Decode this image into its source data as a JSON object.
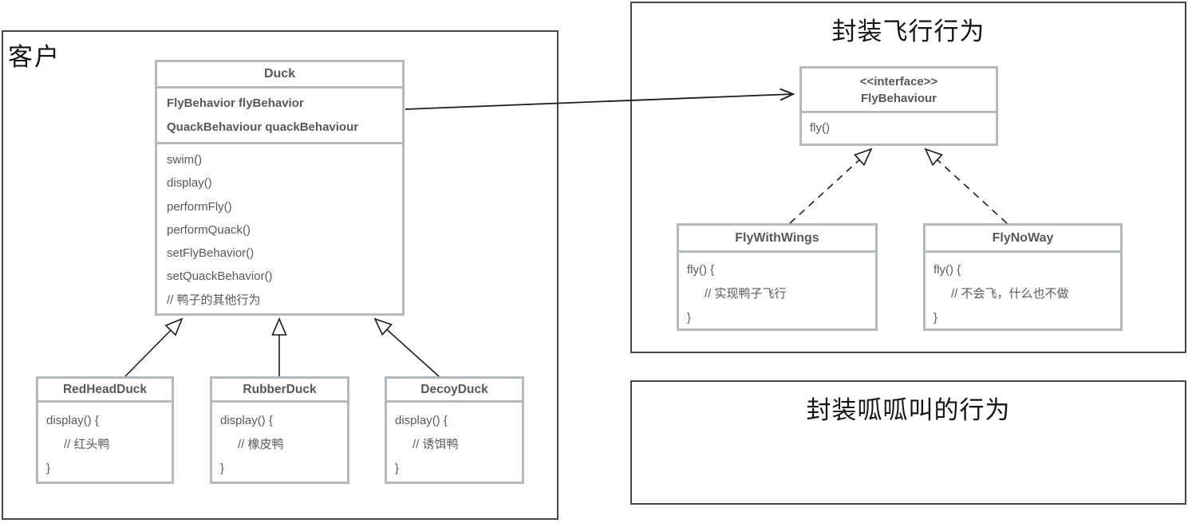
{
  "containers": {
    "client": {
      "label": "客户"
    },
    "fly": {
      "title": "封装飞行行为"
    },
    "quack": {
      "title": "封装呱呱叫的行为"
    }
  },
  "classes": {
    "duck": {
      "title": "Duck",
      "attributes": [
        "FlyBehavior flyBehavior",
        "QuackBehaviour quackBehaviour"
      ],
      "methods": [
        "swim()",
        "display()",
        "performFly()",
        "performQuack()",
        "setFlyBehavior()",
        "setQuackBehavior()",
        "// 鸭子的其他行为"
      ]
    },
    "redhead": {
      "title": "RedHeadDuck",
      "body": [
        "display() {",
        "// 红头鸭",
        "}"
      ]
    },
    "rubber": {
      "title": "RubberDuck",
      "body": [
        "display() {",
        "// 橡皮鸭",
        "}"
      ]
    },
    "decoy": {
      "title": "DecoyDuck",
      "body": [
        "display() {",
        "// 诱饵鸭",
        "}"
      ]
    },
    "flybehaviour": {
      "stereotype": "<<interface>>",
      "title": "FlyBehaviour",
      "methods": [
        "fly()"
      ]
    },
    "flywithwings": {
      "title": "FlyWithWings",
      "body": [
        "fly() {",
        "// 实现鸭子飞行",
        "}"
      ]
    },
    "flynoway": {
      "title": "FlyNoWay",
      "body": [
        "fly() {",
        "// 不会飞，什么也不做",
        "}"
      ]
    }
  },
  "relations": {
    "duck_uses_flybehaviour": "association",
    "redhead_extends_duck": "generalization",
    "rubber_extends_duck": "generalization",
    "decoy_extends_duck": "generalization",
    "flywithwings_implements": "realization",
    "flynoway_implements": "realization"
  },
  "colors": {
    "container_border": "#474747",
    "class_border": "#b3b9bc",
    "class_text": "#58595b",
    "arrow": "#1c1c1c"
  }
}
